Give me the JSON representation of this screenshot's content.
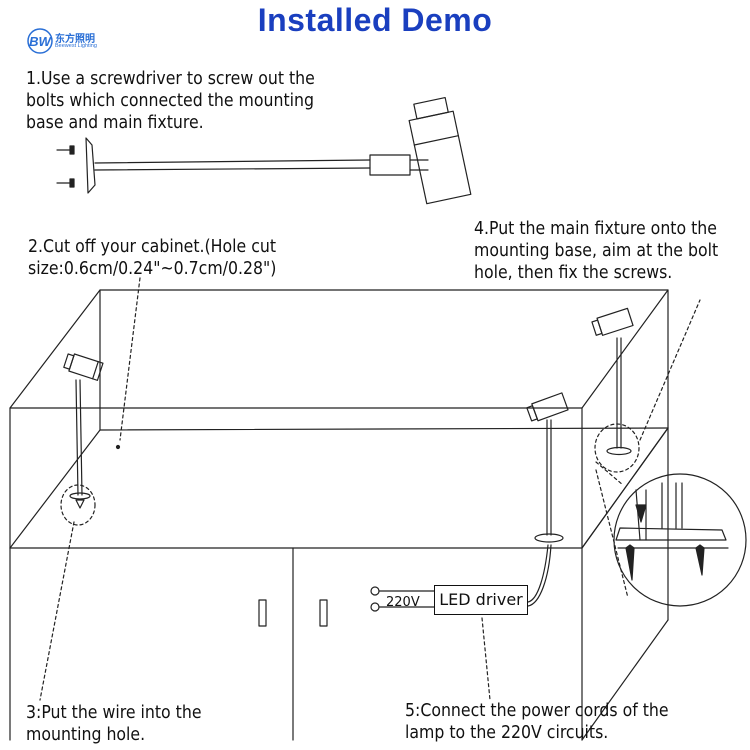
{
  "title": "Installed Demo",
  "logo": {
    "mark": "BW",
    "chinese": "东方照明",
    "english": "Beewest Lighting",
    "color": "#2a6fd6"
  },
  "steps": {
    "step1": "1.Use a screwdriver to screw out the\nbolts which connected the mounting\nbase and main fixture.",
    "step2": "2.Cut off your cabinet.(Hole cut\nsize:0.6cm/0.24\"~0.7cm/0.28\")",
    "step3": "3:Put the wire into the\nmounting hole.",
    "step4": "4.Put the main fixture onto the\nmounting base, aim at the bolt\nhole, then fix the screws.",
    "step5": "5:Connect the power cords of the\nlamp to the 220V circuits."
  },
  "labels": {
    "voltage": "220V",
    "driver": "LED driver"
  },
  "colors": {
    "title": "#1a3fbf",
    "line": "#222222"
  }
}
